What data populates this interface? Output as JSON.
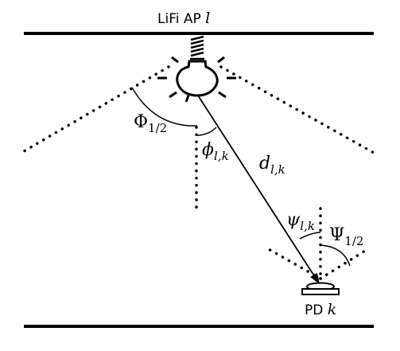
{
  "labels": {
    "ap_text": "LiFi AP",
    "ap_var": "l",
    "pd_text": "PD",
    "pd_var": "k",
    "Phi": "Φ",
    "Phi_sub": "1/2",
    "phi": "ϕ",
    "phi_sub": "l,k",
    "d": "d",
    "d_sub": "l,k",
    "psi": "ψ",
    "psi_sub": "l,k",
    "Psi": "Ψ",
    "Psi_sub": "1/2"
  },
  "icons": {
    "source": "light-bulb-icon",
    "receiver": "photodetector-icon"
  },
  "colors": {
    "stroke": "#000000",
    "background": "#ffffff"
  }
}
